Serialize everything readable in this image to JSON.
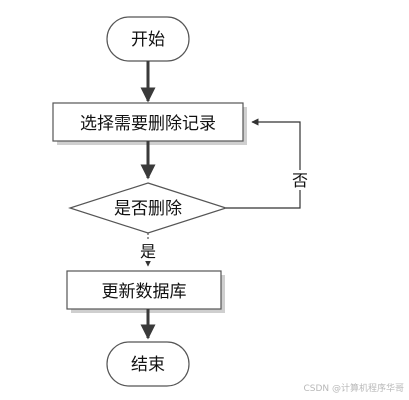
{
  "flowchart": {
    "start_label": "开始",
    "select_label": "选择需要删除记录",
    "decision_label": "是否删除",
    "no_label": "否",
    "yes_label": "是",
    "update_label": "更新数据库",
    "end_label": "结束"
  },
  "watermark": "CSDN @计算机程序华哥",
  "colors": {
    "stroke": "#555555",
    "box_fill": "#ffffff",
    "box_shadow": "#cfcfcf",
    "arrow": "#3a3a3a",
    "text": "#111111"
  }
}
